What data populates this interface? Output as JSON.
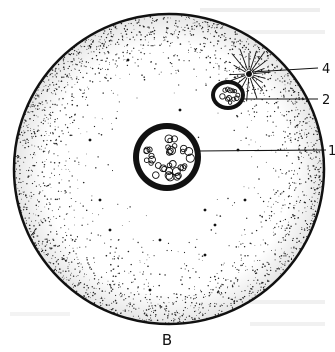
{
  "figure": {
    "caption": "B",
    "callouts": [
      {
        "label": "4"
      },
      {
        "label": "2"
      },
      {
        "label": "1"
      }
    ]
  },
  "colors": {
    "ink": "#111111",
    "background": "#ffffff",
    "watermark_text": "#d9d9d9"
  }
}
